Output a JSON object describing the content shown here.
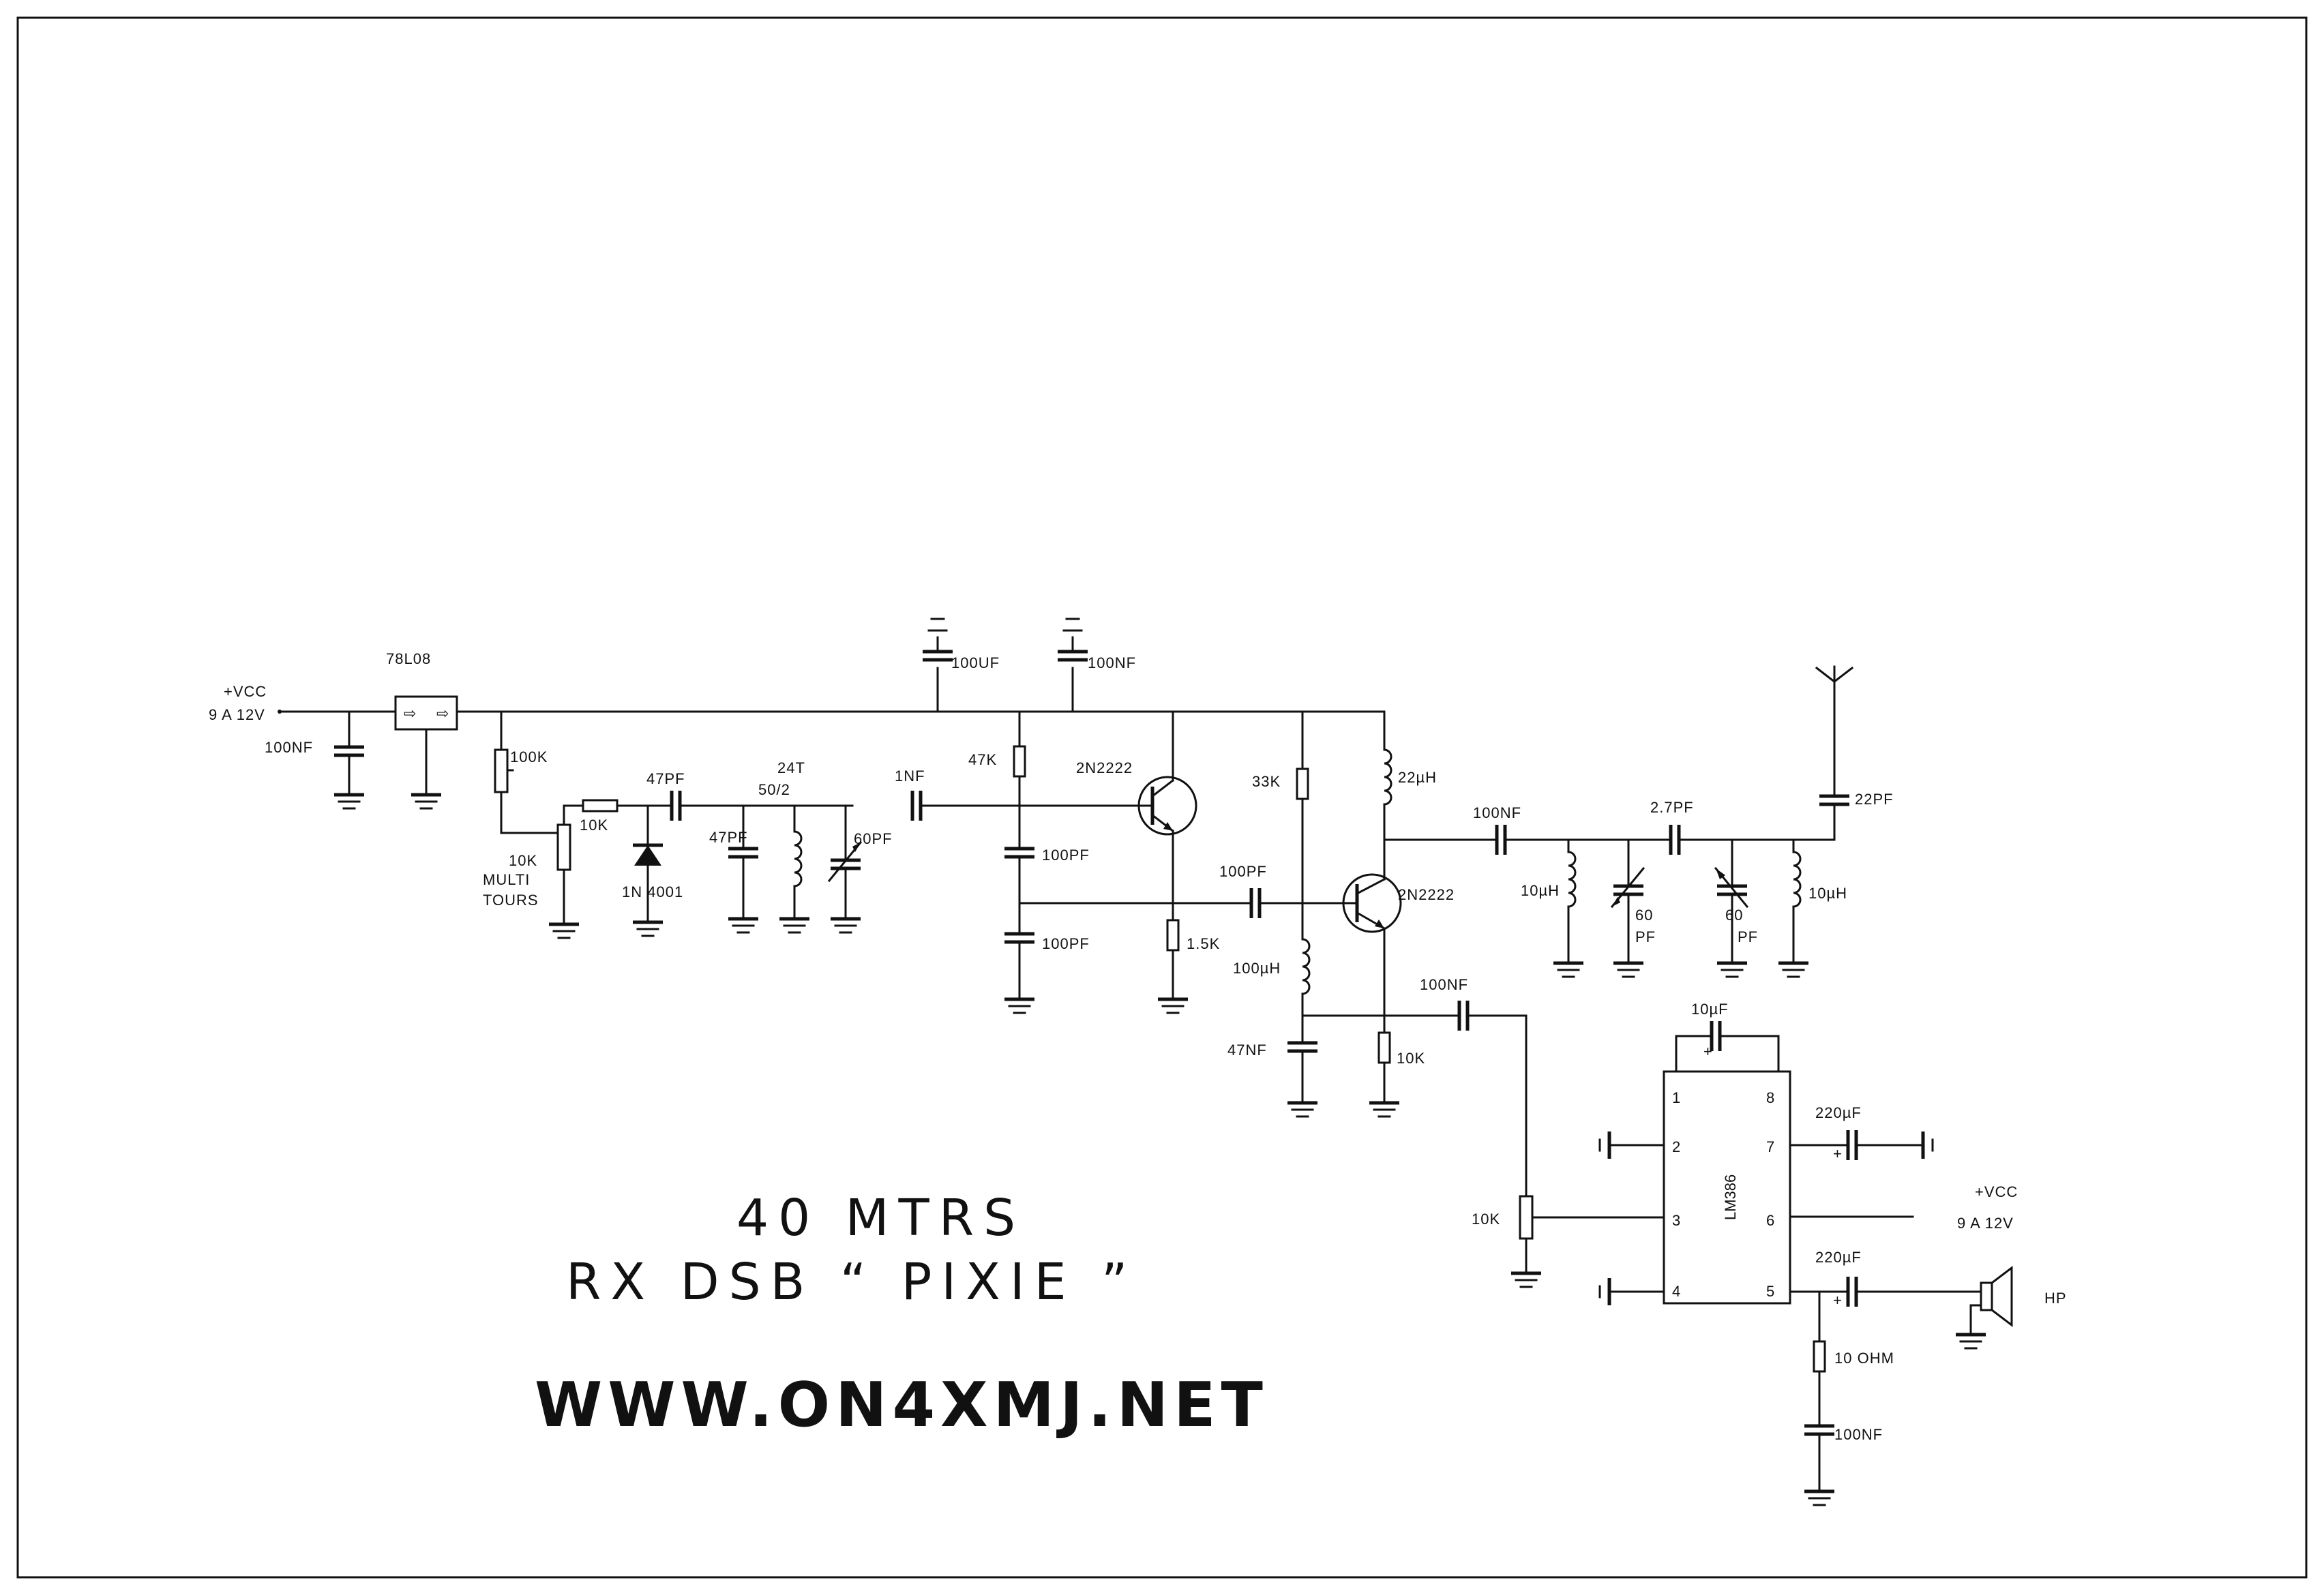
{
  "title": {
    "line1": "40 MTRS",
    "line2": "RX DSB “ PIXIE ”",
    "website": "WWW.ON4XMJ.NET"
  },
  "power_in": {
    "vcc": "+VCC",
    "range": "9 A 12V",
    "cap": "100NF"
  },
  "regulator": {
    "part": "78L08"
  },
  "supply_caps": {
    "c1": "100UF",
    "c2": "100NF"
  },
  "front_end": {
    "pot_100k": "100K",
    "pot_10k": "10K",
    "multi": "MULTI",
    "tours": "TOURS",
    "r_10k": "10K",
    "diode": "1N 4001",
    "cap_47pf_a": "47PF",
    "cap_47pf_b": "47PF",
    "coil_turns": "24T",
    "coil_core": "50/2",
    "trimmer": "60PF",
    "cap_1nf": "1NF"
  },
  "oscillator": {
    "r_47k": "47K",
    "transistor": "2N2222",
    "cap_100pf_a": "100PF",
    "cap_100pf_b": "100PF",
    "r_1_5k": "1.5K"
  },
  "mixer": {
    "r_33k": "33K",
    "choke_22uh": "22µH",
    "cap_100pf": "100PF",
    "transistor": "2N2222",
    "choke_100uh": "100µH",
    "cap_47nf": "47NF",
    "r_10k": "10K",
    "cap_100nf_out": "100NF"
  },
  "filter": {
    "cap_100nf": "100NF",
    "cap_2_7pf": "2.7PF",
    "cap_22pf": "22PF",
    "l1": "10µH",
    "l2": "10µH",
    "trim1": "60",
    "trim1_unit": "PF",
    "trim2": "60",
    "trim2_unit": "PF"
  },
  "audio": {
    "ic": "LM386",
    "pins": [
      "1",
      "2",
      "3",
      "4",
      "5",
      "6",
      "7",
      "8"
    ],
    "cap_10uf": "10µF",
    "cap_220uf_a": "220µF",
    "cap_220uf_b": "220µF",
    "vcc": "+VCC",
    "range": "9 A 12V",
    "volume": "10K",
    "r_10ohm": "10 OHM",
    "cap_100nf": "100NF",
    "speaker": "HP"
  }
}
